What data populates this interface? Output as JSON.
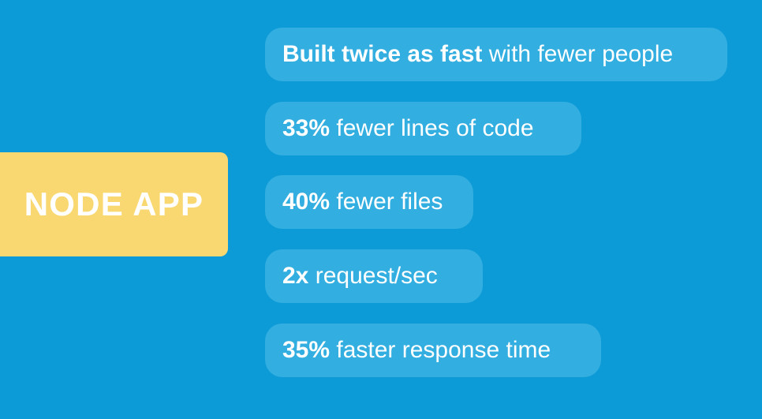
{
  "slide": {
    "background_color": "#0d9bd7",
    "bubble_color": "#32aee0",
    "accent_color": "#f9d872",
    "text_color": "#ffffff"
  },
  "label": {
    "text": "NODE APP"
  },
  "stats": [
    {
      "lead": "Built twice as fast",
      "rest": " with fewer people"
    },
    {
      "lead": "33%",
      "rest": " fewer lines of code"
    },
    {
      "lead": "40%",
      "rest": " fewer files"
    },
    {
      "lead": "2x",
      "rest": " request/sec"
    },
    {
      "lead": "35%",
      "rest": " faster response time"
    }
  ]
}
